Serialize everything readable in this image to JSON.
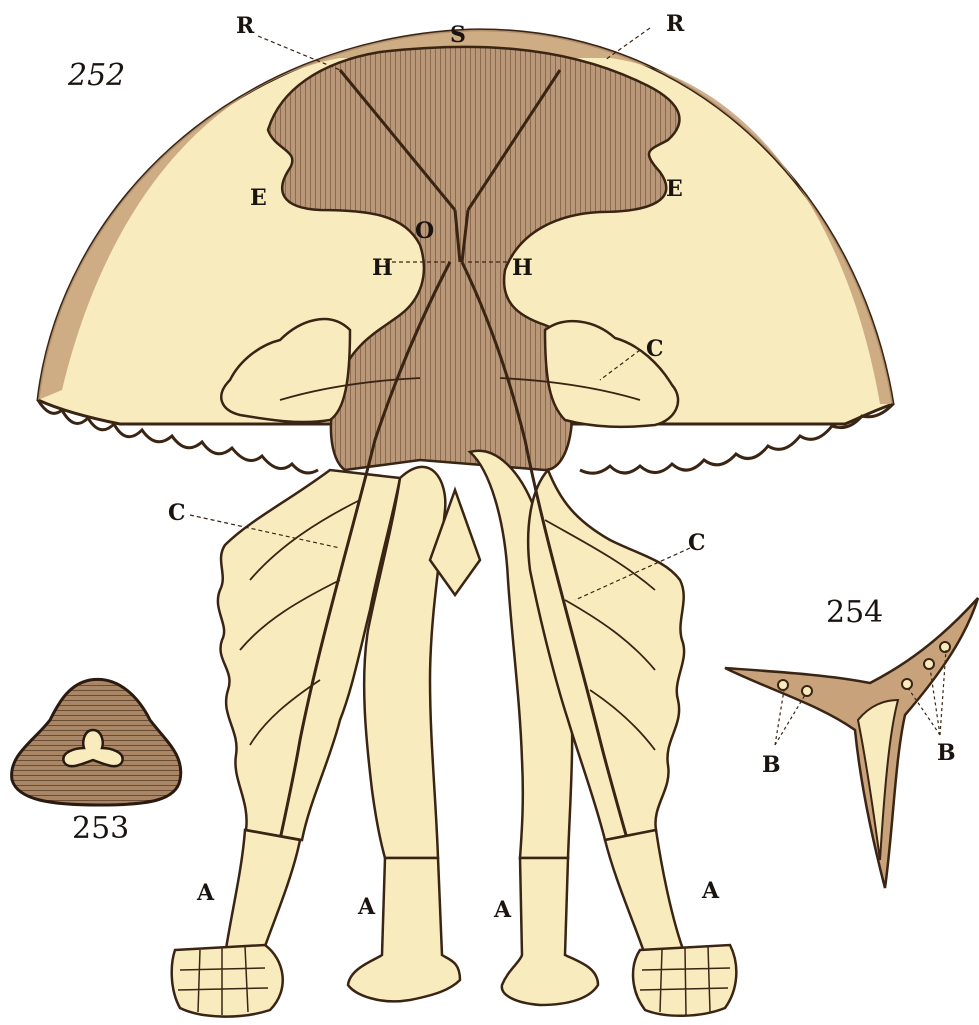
{
  "figure_numbers": {
    "main": "252",
    "cross_section": "253",
    "detail": "254"
  },
  "labels": {
    "S": "S",
    "R_left": "R",
    "R_right": "R",
    "E_left": "E",
    "E_right": "E",
    "O": "O",
    "H_left": "H",
    "H_right": "H",
    "C_upper_right": "C",
    "C_left": "C",
    "C_right": "C",
    "A_1": "A",
    "A_2": "A",
    "A_3": "A",
    "A_4": "A",
    "B_left": "B",
    "B_right": "B"
  },
  "colors": {
    "paper": "#ffffff",
    "cream": "#f8ecbe",
    "sepia": "#b4936a",
    "sepia_dark": "#8f6c48",
    "ink": "#3a2414"
  }
}
